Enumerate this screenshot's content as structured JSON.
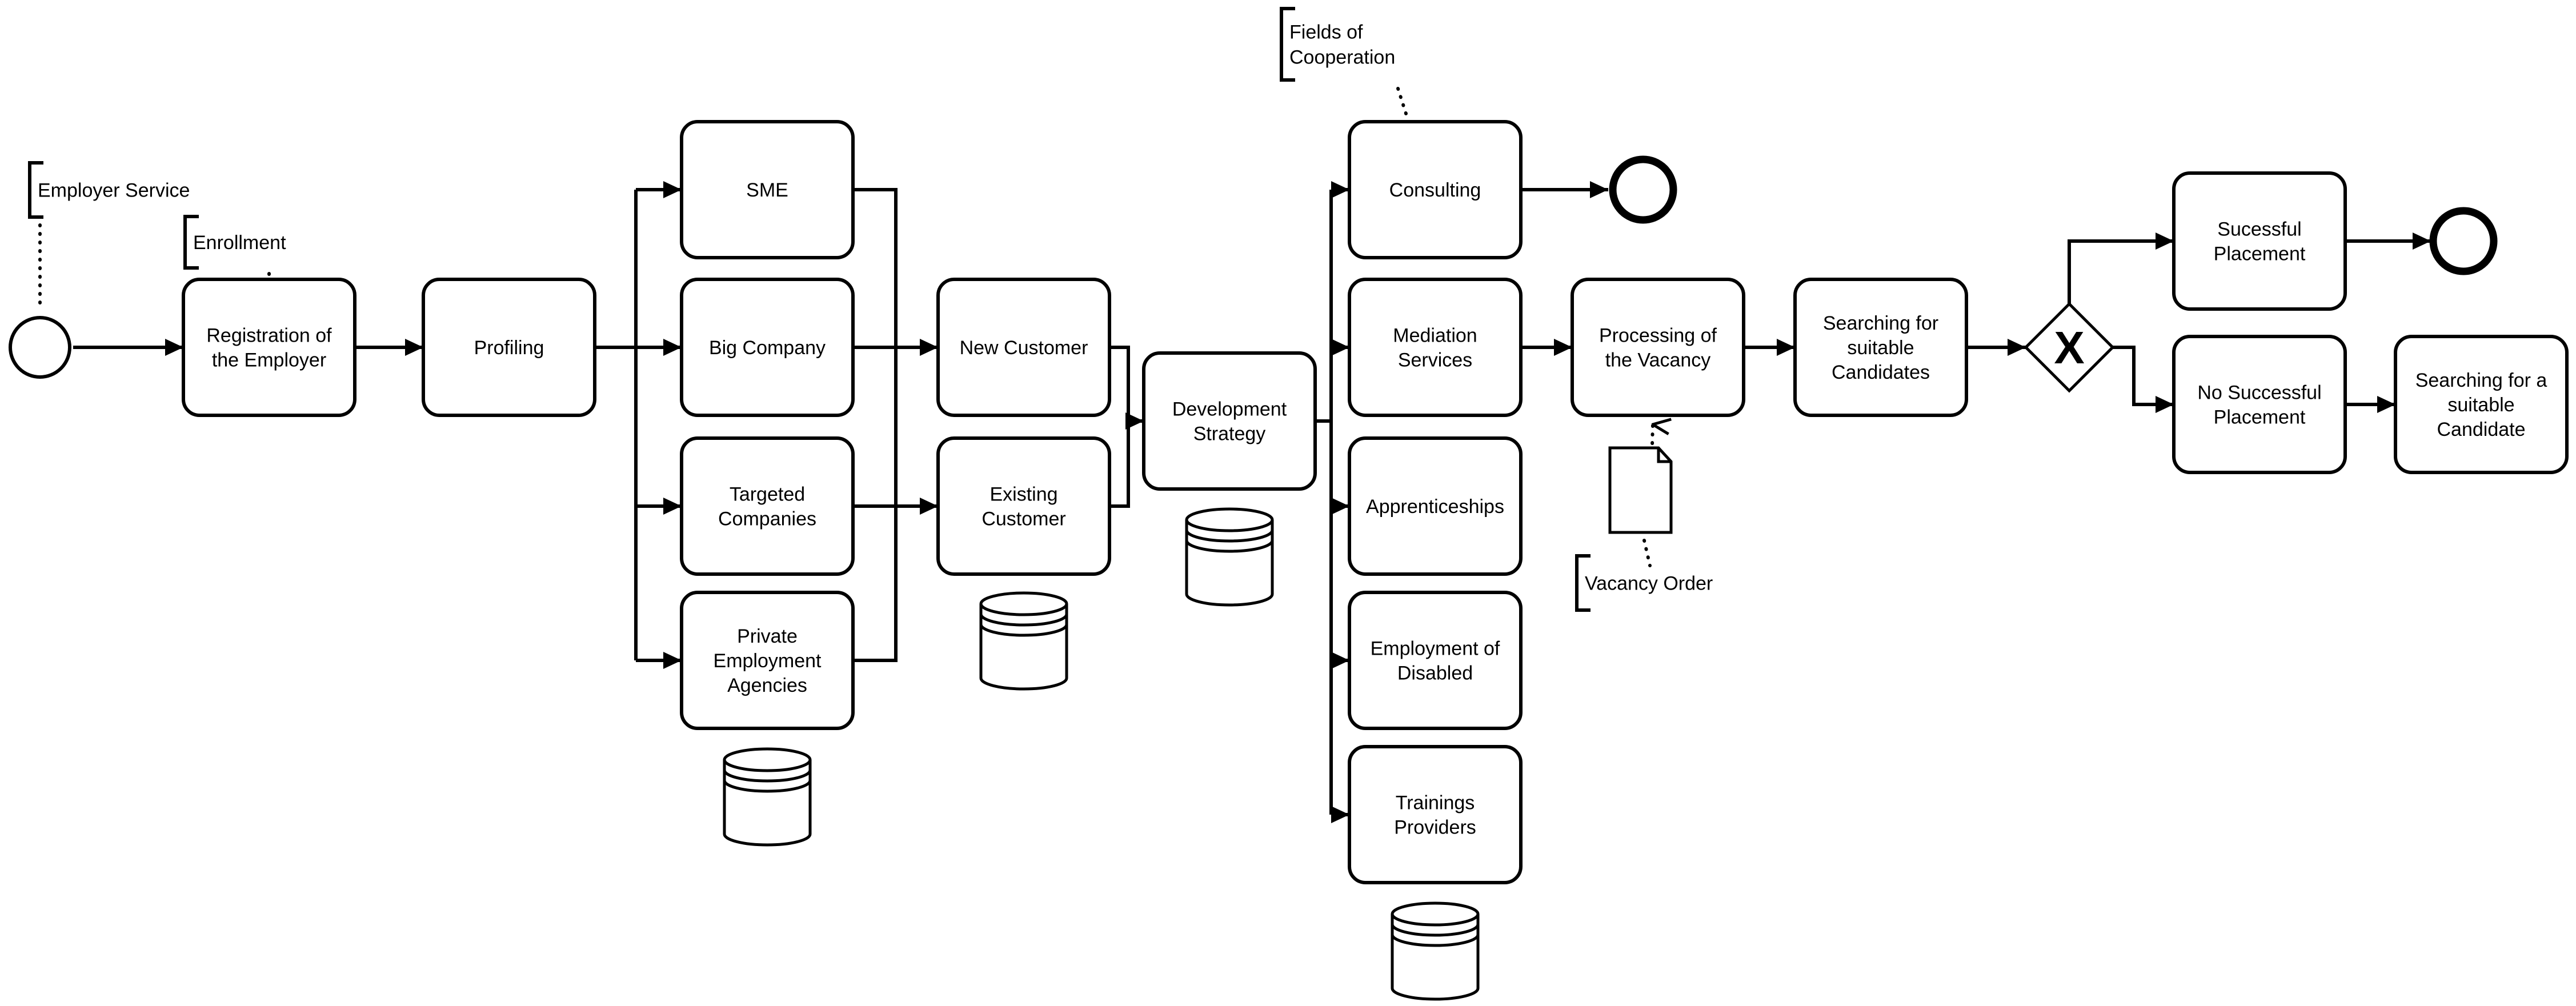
{
  "diagram": {
    "type": "BPMN process",
    "colors": {
      "stroke": "#000000",
      "fill": "#ffffff",
      "text": "#000000"
    },
    "start_event": {
      "label": ""
    },
    "tasks": {
      "registration": [
        "Registration of",
        "the Employer"
      ],
      "profiling": [
        "Profiling"
      ],
      "sme": [
        "SME"
      ],
      "big_company": [
        "Big Company"
      ],
      "targeted_companies": [
        "Targeted",
        "Companies"
      ],
      "private_agencies": [
        "Private",
        "Employment",
        "Agencies"
      ],
      "new_customer": [
        "New Customer"
      ],
      "existing_customer": [
        "Existing",
        "Customer"
      ],
      "development_strategy": [
        "Development",
        "Strategy"
      ],
      "consulting": [
        "Consulting"
      ],
      "mediation_services": [
        "Mediation",
        "Services"
      ],
      "apprenticeships": [
        "Apprenticeships"
      ],
      "employment_disabled": [
        "Employment of",
        "Disabled"
      ],
      "training_providers": [
        "Trainings",
        "Providers"
      ],
      "processing_vacancy": [
        "Processing of",
        "the Vacancy"
      ],
      "searching_candidates": [
        "Searching for",
        "suitable",
        "Candidates"
      ],
      "successful_placement": [
        "Sucessful",
        "Placement"
      ],
      "no_successful_placement": [
        "No Successful",
        "Placement"
      ],
      "searching_candidate": [
        "Searching for a",
        "suitable",
        "Candidate"
      ]
    },
    "annotations": {
      "employer_service": [
        "Employer Service"
      ],
      "enrollment": [
        "Enrollment"
      ],
      "fields_of_cooperation": [
        "Fields of",
        "Cooperation"
      ],
      "vacancy_order": [
        "Vacancy Order"
      ]
    },
    "gateway": {
      "type": "exclusive",
      "symbol": "X"
    },
    "data_stores": [
      "company-types-store",
      "customer-store",
      "strategy-store",
      "cooperation-store"
    ],
    "data_object": {
      "label": "Vacancy Order"
    },
    "end_events": [
      "after-consulting",
      "after-successful-placement"
    ]
  }
}
